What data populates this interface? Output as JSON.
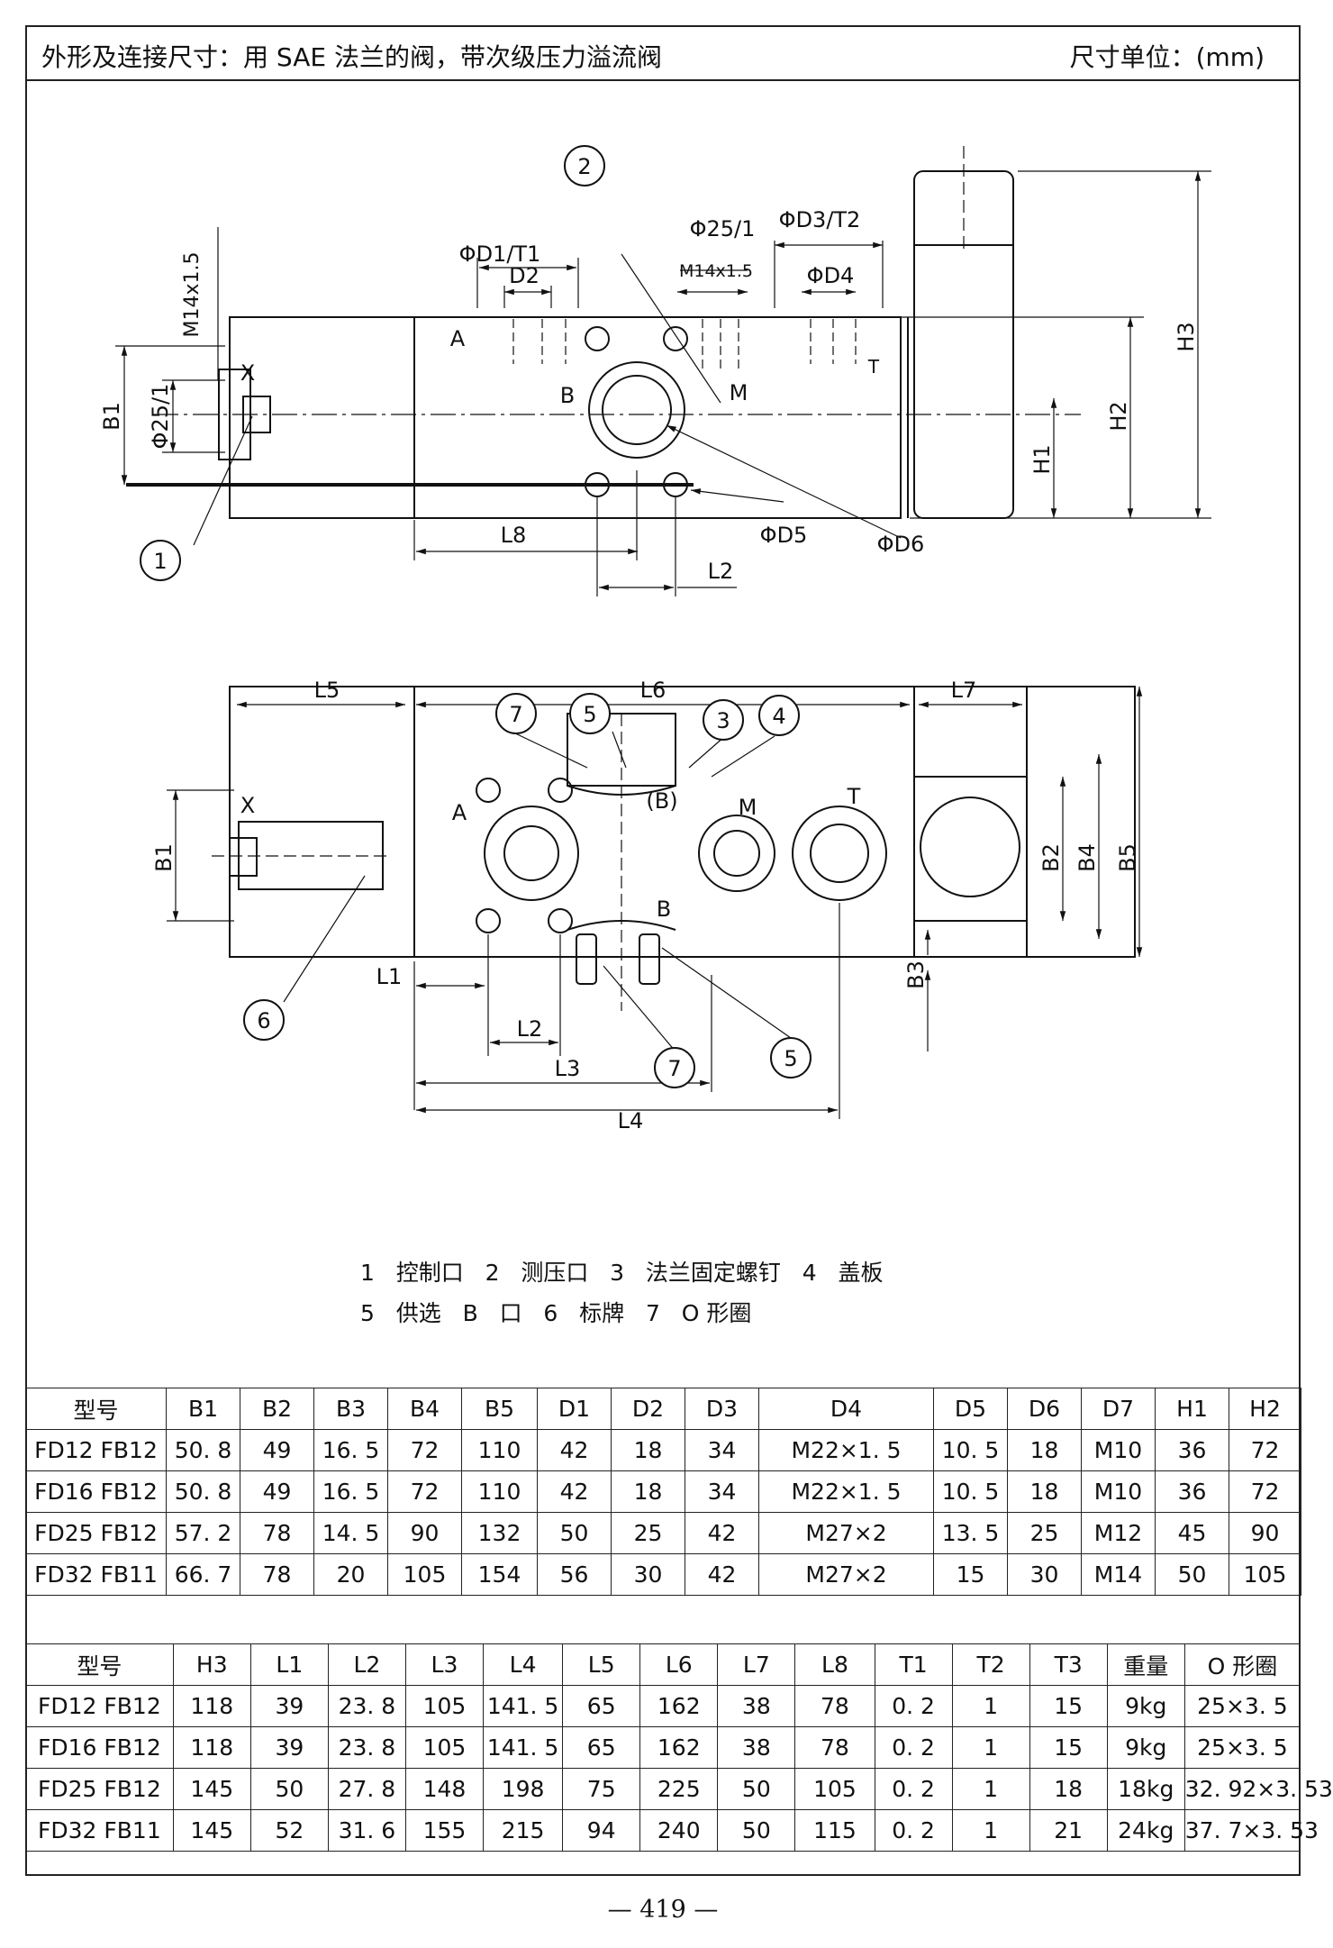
{
  "header": {
    "title": "外形及连接尺寸：用 SAE 法兰的阀，带次级压力溢流阀",
    "unit": "尺寸单位：(mm)"
  },
  "drawing": {
    "top_view_labels": {
      "d1_t1": "ΦD1/T1",
      "d2": "D2",
      "phi25_top": "Φ25/1",
      "m14_top": "M14x1.5",
      "d3_t2": "ΦD3/T2",
      "d4": "ΦD4",
      "m14_side": "M14x1.5",
      "x": "X",
      "b1": "B1",
      "phi25_side": "Φ25/1",
      "a": "A",
      "b": "B",
      "m": "M",
      "t": "T",
      "h1": "H1",
      "h2": "H2",
      "h3": "H3",
      "l8": "L8",
      "l2": "L2",
      "d5": "ΦD5",
      "d6": "ΦD6",
      "c1": "1",
      "c2": "2"
    },
    "bottom_view_labels": {
      "l5": "L5",
      "l6": "L6",
      "l7": "L7",
      "x": "X",
      "a": "A",
      "b_paren": "(B)",
      "m": "M",
      "t": "T",
      "b": "B",
      "b1": "B1",
      "b2": "B2",
      "b3": "B3",
      "b4": "B4",
      "b5": "B5",
      "l1": "L1",
      "l2": "L2",
      "l3": "L3",
      "l4": "L4",
      "c7a": "7",
      "c5a": "5",
      "c3": "3",
      "c4": "4",
      "c6": "6",
      "c7b": "7",
      "c5b": "5"
    }
  },
  "legend": {
    "line1": "1   控制口   2   测压口   3   法兰固定螺钉   4   盖板",
    "line2": "5   供选   B   口   6   标牌   7   O 形圈"
  },
  "table1": {
    "headers": [
      "型号",
      "B1",
      "B2",
      "B3",
      "B4",
      "B5",
      "D1",
      "D2",
      "D3",
      "D4",
      "D5",
      "D6",
      "D7",
      "H1",
      "H2"
    ],
    "rows": [
      [
        "FD12 FB12",
        "50. 8",
        "49",
        "16. 5",
        "72",
        "110",
        "42",
        "18",
        "34",
        "M22×1. 5",
        "10. 5",
        "18",
        "M10",
        "36",
        "72"
      ],
      [
        "FD16 FB12",
        "50. 8",
        "49",
        "16. 5",
        "72",
        "110",
        "42",
        "18",
        "34",
        "M22×1. 5",
        "10. 5",
        "18",
        "M10",
        "36",
        "72"
      ],
      [
        "FD25 FB12",
        "57. 2",
        "78",
        "14. 5",
        "90",
        "132",
        "50",
        "25",
        "42",
        "M27×2",
        "13. 5",
        "25",
        "M12",
        "45",
        "90"
      ],
      [
        "FD32 FB11",
        "66. 7",
        "78",
        "20",
        "105",
        "154",
        "56",
        "30",
        "42",
        "M27×2",
        "15",
        "30",
        "M14",
        "50",
        "105"
      ]
    ]
  },
  "table2": {
    "headers": [
      "型号",
      "H3",
      "L1",
      "L2",
      "L3",
      "L4",
      "L5",
      "L6",
      "L7",
      "L8",
      "T1",
      "T2",
      "T3",
      "重量",
      "O 形圈"
    ],
    "rows": [
      [
        "FD12 FB12",
        "118",
        "39",
        "23. 8",
        "105",
        "141. 5",
        "65",
        "162",
        "38",
        "78",
        "0. 2",
        "1",
        "15",
        "9kg",
        "25×3. 5"
      ],
      [
        "FD16 FB12",
        "118",
        "39",
        "23. 8",
        "105",
        "141. 5",
        "65",
        "162",
        "38",
        "78",
        "0. 2",
        "1",
        "15",
        "9kg",
        "25×3. 5"
      ],
      [
        "FD25 FB12",
        "145",
        "50",
        "27. 8",
        "148",
        "198",
        "75",
        "225",
        "50",
        "105",
        "0. 2",
        "1",
        "18",
        "18kg",
        "32. 92×3. 53"
      ],
      [
        "FD32 FB11",
        "145",
        "52",
        "31. 6",
        "155",
        "215",
        "94",
        "240",
        "50",
        "115",
        "0. 2",
        "1",
        "21",
        "24kg",
        "37. 7×3. 53"
      ]
    ]
  },
  "page_number": "— 419 —"
}
